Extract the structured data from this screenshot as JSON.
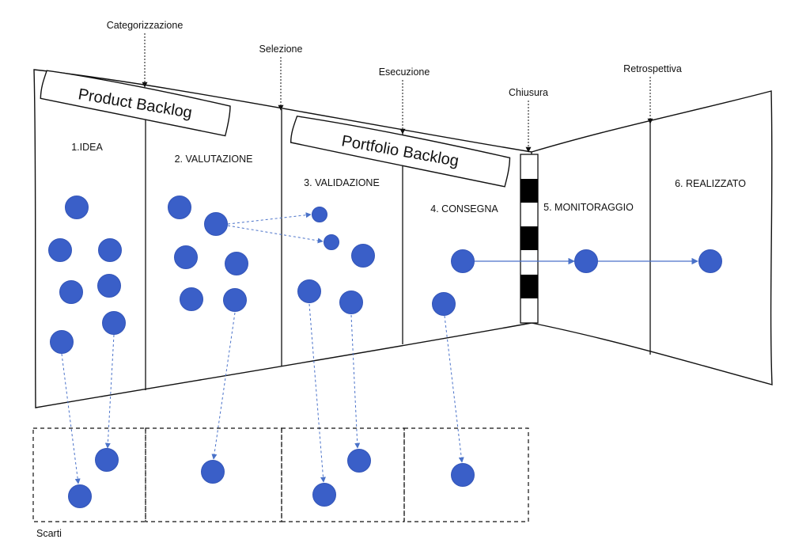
{
  "phases": {
    "categorizzazione": "Categorizzazione",
    "selezione": "Selezione",
    "esecuzione": "Esecuzione",
    "chiusura": "Chiusura",
    "retrospettiva": "Retrospettiva"
  },
  "banners": {
    "product_backlog": "Product Backlog",
    "portfolio_backlog": "Portfolio Backlog"
  },
  "stages": {
    "idea": "1.IDEA",
    "valutazione": "2. VALUTAZIONE",
    "validazione": "3. VALIDAZIONE",
    "consegna": "4. CONSEGNA",
    "monitoraggio": "5. MONITORAGGIO",
    "realizzato": "6. REALIZZATO"
  },
  "discard_label": "Scarti",
  "colors": {
    "dot": "#3a5fc8",
    "arrow": "#4a72c9",
    "line": "#111111"
  }
}
